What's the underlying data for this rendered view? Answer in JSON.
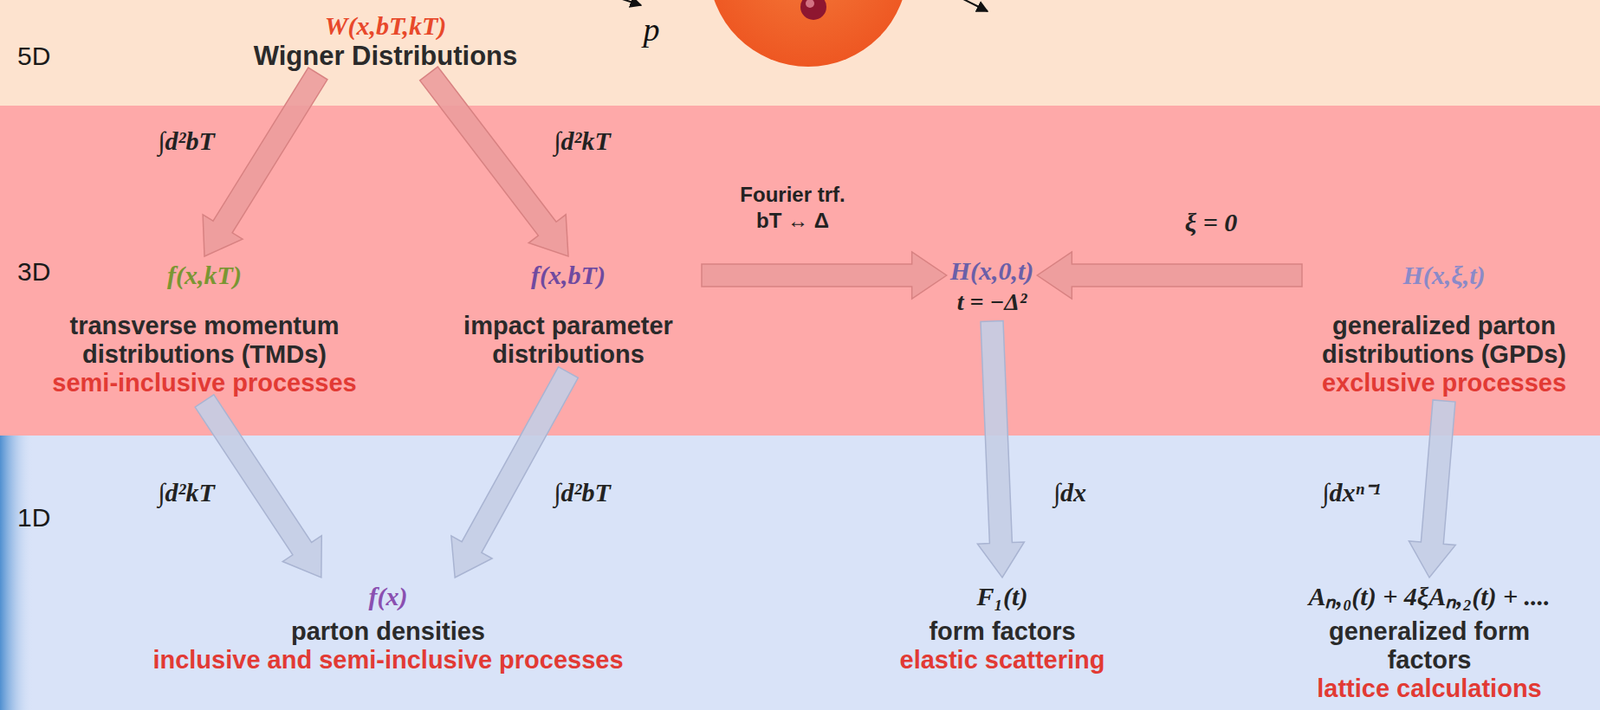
{
  "diagram": {
    "nodes": [
      {
        "text": [
          "5D"
        ]
      },
      {
        "text": [
          "3D"
        ]
      },
      {
        "text": [
          "1D"
        ]
      },
      {
        "text": [
          "W(x,bT,kT)",
          "Wigner Distributions"
        ],
        "in": 0
      },
      {
        "text": [
          "f(x,kT)",
          "transverse momentum distributions (TMDs)",
          "semi-inclusive processes"
        ],
        "in": 1
      },
      {
        "text": [
          "f(x,bT)",
          "impact parameter distributions"
        ],
        "in": 1
      },
      {
        "text": [
          "H(x,0,t)",
          "t = −Δ²"
        ],
        "in": 1
      },
      {
        "text": [
          "H(x,ξ,t)",
          "generalized parton distributions (GPDs)",
          "exclusive processes"
        ],
        "in": 1
      },
      {
        "text": [
          "f(x)",
          "parton densities",
          "inclusive and semi-inclusive processes"
        ],
        "in": 2
      },
      {
        "text": [
          "F₁(t)",
          "form factors",
          "elastic scattering"
        ],
        "in": 2
      },
      {
        "text": [
          "Aₙ,₀(t) + 4ξAₙ,₂(t) + ....",
          "generalized form factors",
          "lattice calculations"
        ],
        "in": 2
      }
    ],
    "edges": [
      {
        "from": 3,
        "to": 4,
        "label": "∫d²bT",
        "arrow": "to"
      },
      {
        "from": 3,
        "to": 5,
        "label": "∫d²kT",
        "arrow": "to"
      },
      {
        "from": 5,
        "to": 6,
        "label": "Fourier trf. bT ↔ Δ",
        "arrow": "to"
      },
      {
        "from": 7,
        "to": 6,
        "label": "ξ = 0",
        "arrow": "to"
      },
      {
        "from": 4,
        "to": 8,
        "label": "∫d²kT",
        "arrow": "to"
      },
      {
        "from": 5,
        "to": 8,
        "label": "∫d²bT",
        "arrow": "to"
      },
      {
        "from": 6,
        "to": 9,
        "label": "∫dx",
        "arrow": "to"
      },
      {
        "from": 7,
        "to": 10,
        "label": "∫dxⁿ⁻¹",
        "arrow": "to"
      }
    ],
    "labels": [
      "p"
    ]
  }
}
